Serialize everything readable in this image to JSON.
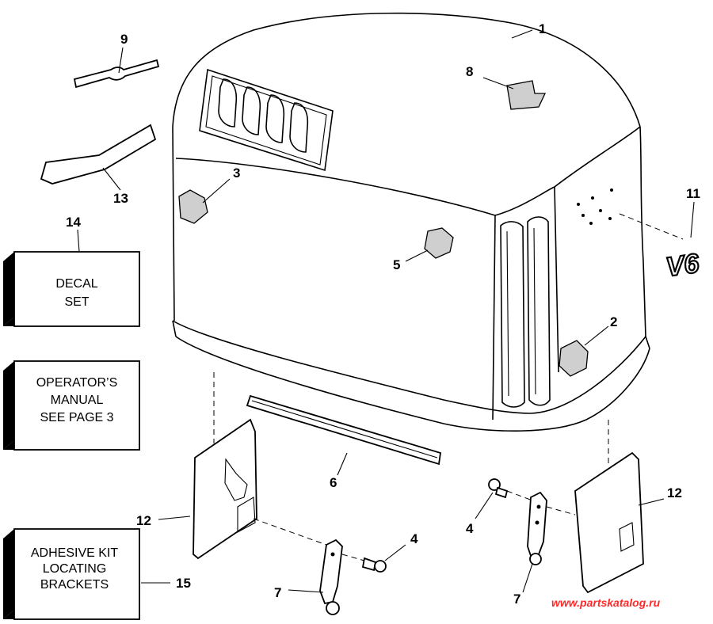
{
  "callouts": {
    "c1": "1",
    "c2": "2",
    "c3": "3",
    "c4a": "4",
    "c4b": "4",
    "c5": "5",
    "c6": "6",
    "c7a": "7",
    "c7b": "7",
    "c8": "8",
    "c9": "9",
    "c11": "11",
    "c12a": "12",
    "c12b": "12",
    "c13": "13",
    "c14": "14",
    "c15": "15"
  },
  "boxes": {
    "decal_set": [
      "DECAL",
      "SET"
    ],
    "operators_manual": [
      "OPERATOR’S",
      "MANUAL",
      "SEE PAGE 3"
    ],
    "adhesive_kit": [
      "ADHESIVE KIT",
      "LOCATING",
      "BRACKETS"
    ]
  },
  "logo_text": "V6",
  "watermark": "www.partskatalog.ru"
}
